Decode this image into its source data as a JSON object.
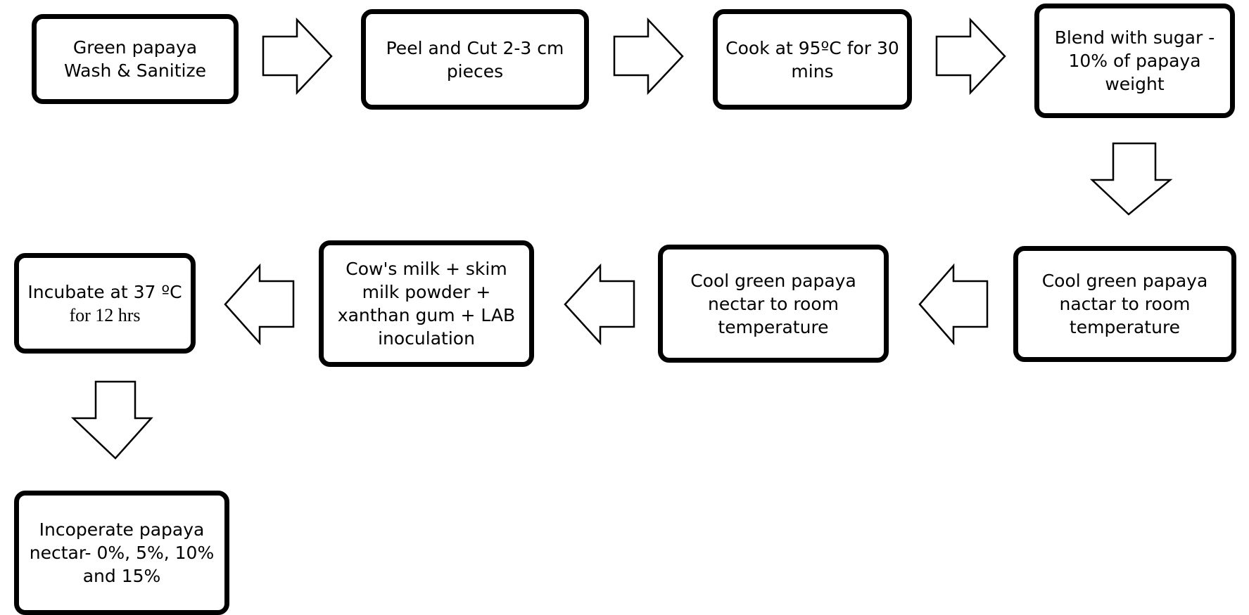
{
  "steps": [
    {
      "lines": [
        "Green papaya",
        "Wash & Sanitize"
      ]
    },
    {
      "lines": [
        "Peel and Cut 2-3 cm",
        "pieces"
      ]
    },
    {
      "lines": [
        "Cook at 95ºC for 30",
        "mins"
      ]
    },
    {
      "lines": [
        "Blend with sugar -",
        "10% of papaya",
        "weight"
      ]
    },
    {
      "lines": [
        "Cool green papaya",
        "nactar to room",
        "temperature"
      ]
    },
    {
      "lines": [
        "Cool green papaya",
        "nectar to room",
        "temperature"
      ]
    },
    {
      "lines": [
        "Cow's milk + skim",
        "milk powder +",
        "xanthan gum + LAB",
        "inoculation"
      ]
    },
    {
      "lines": [
        "Incubate at 37 ºC",
        "for 12 hrs"
      ]
    },
    {
      "lines": [
        "Incoperate papaya",
        "nectar- 0%, 5%, 10%",
        "and 15%"
      ]
    }
  ]
}
